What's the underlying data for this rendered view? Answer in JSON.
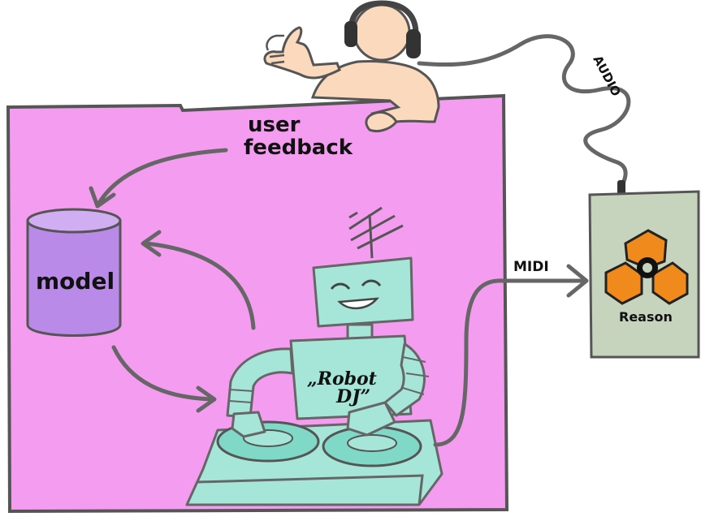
{
  "labels": {
    "user_feedback_line1": "user",
    "user_feedback_line2": "feedback",
    "model": "model",
    "robot_line1": "„Robot",
    "robot_line2": "DJ”",
    "midi": "MIDI",
    "audio": "AUDIO",
    "reason": "Reason"
  },
  "colors": {
    "background_box": "#f49df0",
    "model_cylinder": "#b98ae8",
    "robot": "#a6e6d8",
    "reason_box": "#c7d4bd",
    "reason_logo": "#f08a1c",
    "person_skin": "#fbd9bd",
    "lines": "#666666"
  },
  "icons": [
    "headphones-icon",
    "thumbs-up-icon",
    "reason-logo-icon",
    "turntable-icon"
  ]
}
